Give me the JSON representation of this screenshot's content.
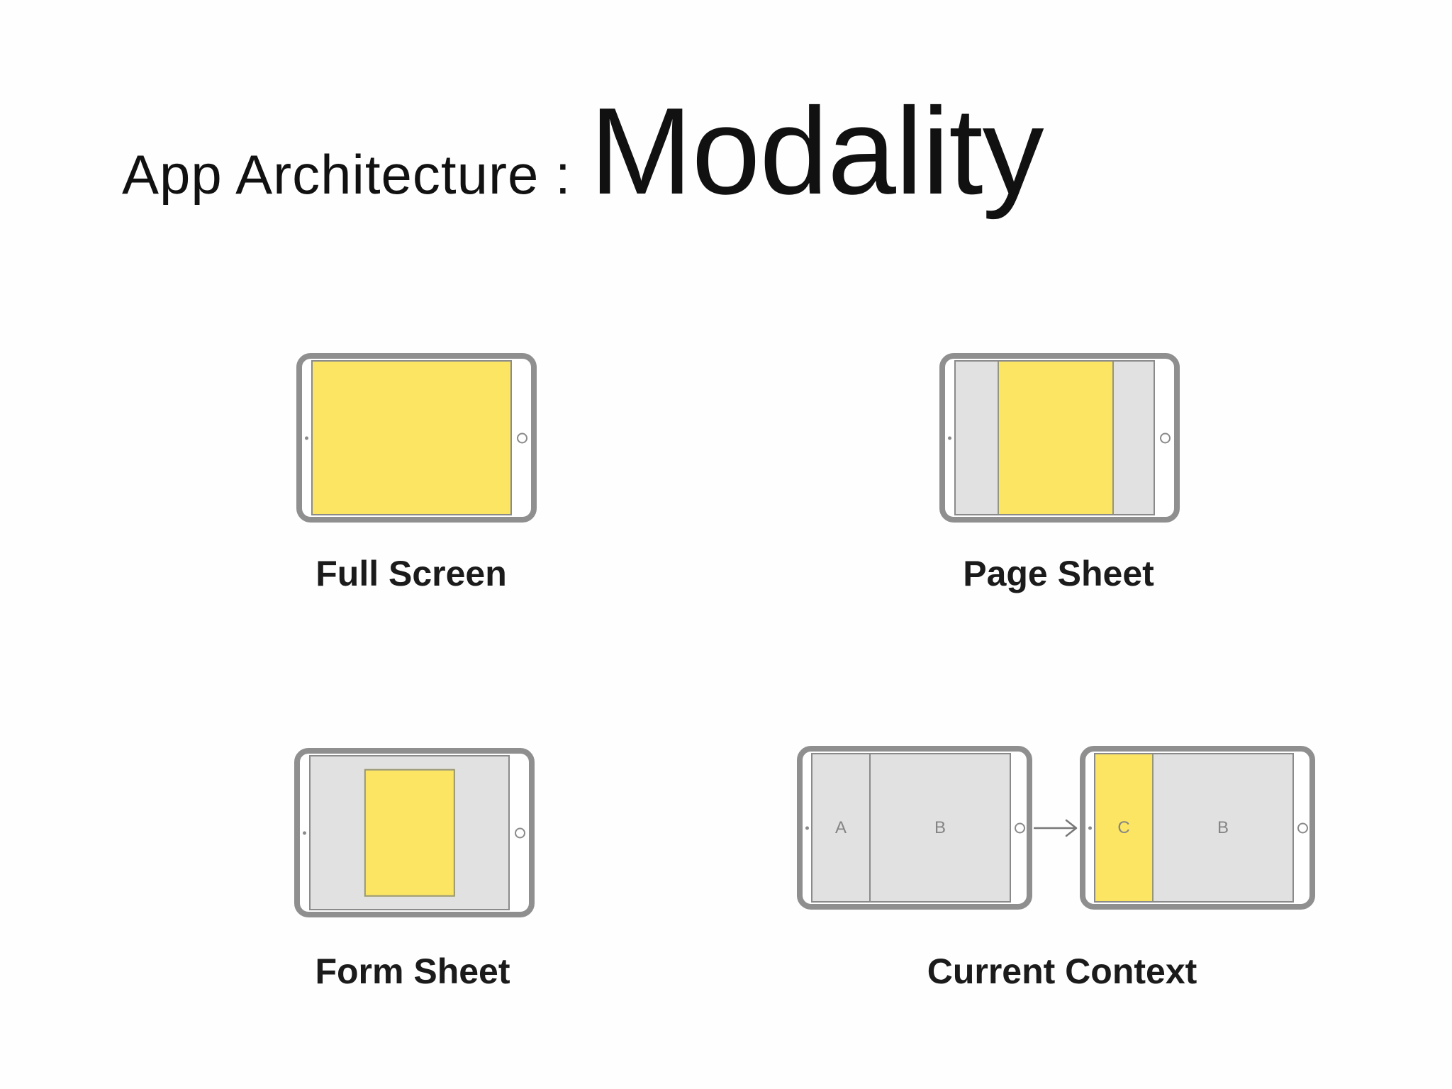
{
  "title": {
    "prefix": "App Architecture :",
    "emphasis": "Modality"
  },
  "cards": [
    {
      "label": "Full Screen"
    },
    {
      "label": "Page Sheet"
    },
    {
      "label": "Form Sheet"
    },
    {
      "label": "Current Context"
    }
  ],
  "current_context": {
    "before": {
      "master_panel": "A",
      "detail_panel": "B"
    },
    "after": {
      "modal_panel": "C",
      "detail_panel": "B"
    }
  },
  "colors": {
    "background": "#FEFEFE",
    "modal-yellow": "#FBE563",
    "panel-gray": "#E1E1E1",
    "frame-border": "#8F8F8F",
    "screen-border": "#8A8A8A",
    "panel-label": "#848484",
    "text": "#111111",
    "arrow": "#787878"
  }
}
